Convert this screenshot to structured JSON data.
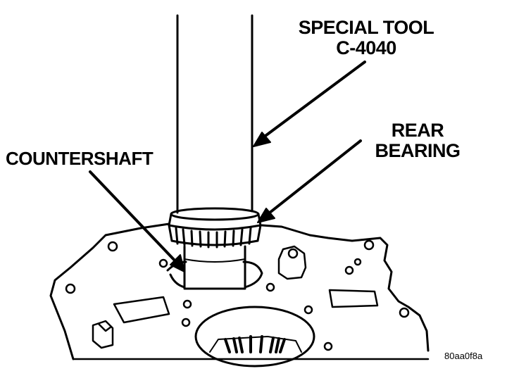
{
  "labels": {
    "special_tool_line1": "SPECIAL TOOL",
    "special_tool_line2": "C-4040",
    "rear_bearing_line1": "REAR",
    "rear_bearing_line2": "BEARING",
    "countershaft": "COUNTERSHAFT"
  },
  "figure_ref": "80aa0f8a"
}
